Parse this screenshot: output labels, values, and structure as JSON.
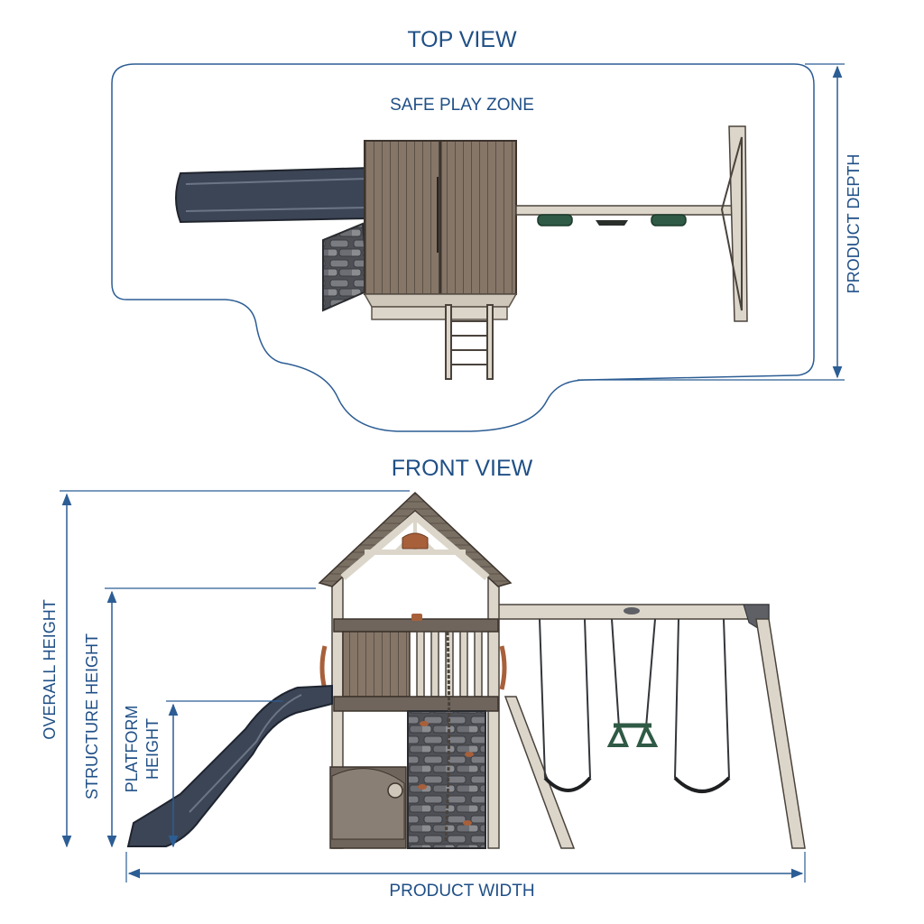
{
  "colors": {
    "dimension_line": "#2c5d94",
    "label_text": "#1f4f86",
    "wood": "#dcd6ca",
    "wood_dark": "#6f655c",
    "roof": "#6e6459",
    "slide": "#3c4555",
    "rock": "#5e6066",
    "seat_green": "#2f5a45",
    "handle_orange": "#a8603a"
  },
  "top_view": {
    "title": "TOP VIEW",
    "zone_label": "SAFE PLAY ZONE",
    "depth_label": "PRODUCT DEPTH"
  },
  "front_view": {
    "title": "FRONT VIEW",
    "overall_height_label": "OVERALL HEIGHT",
    "structure_height_label": "STRUCTURE HEIGHT",
    "platform_height_label_line1": "PLATFORM",
    "platform_height_label_line2": "HEIGHT",
    "width_label": "PRODUCT WIDTH"
  }
}
